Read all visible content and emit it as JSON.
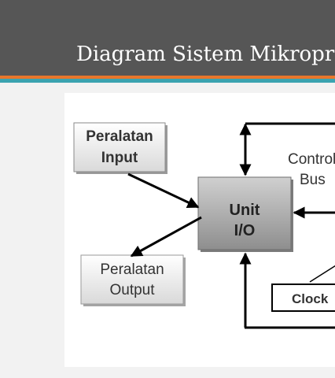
{
  "slide": {
    "title": "Diagram Sistem Mikroprosesor"
  },
  "diagram": {
    "nodes": {
      "input_device": {
        "line1": "Peralatan",
        "line2": "Input"
      },
      "output_device": {
        "line1": "Peralatan",
        "line2": "Output"
      },
      "io_unit": {
        "line1": "Unit",
        "line2": "I/O"
      },
      "control_bus": {
        "line1": "Control",
        "line2": "Bus"
      },
      "clock": {
        "label": "Clock"
      }
    }
  },
  "colors": {
    "header": "#565656",
    "accent_orange": "#e8762b",
    "accent_teal": "#3ba3b0",
    "background": "#f2f2f2"
  }
}
